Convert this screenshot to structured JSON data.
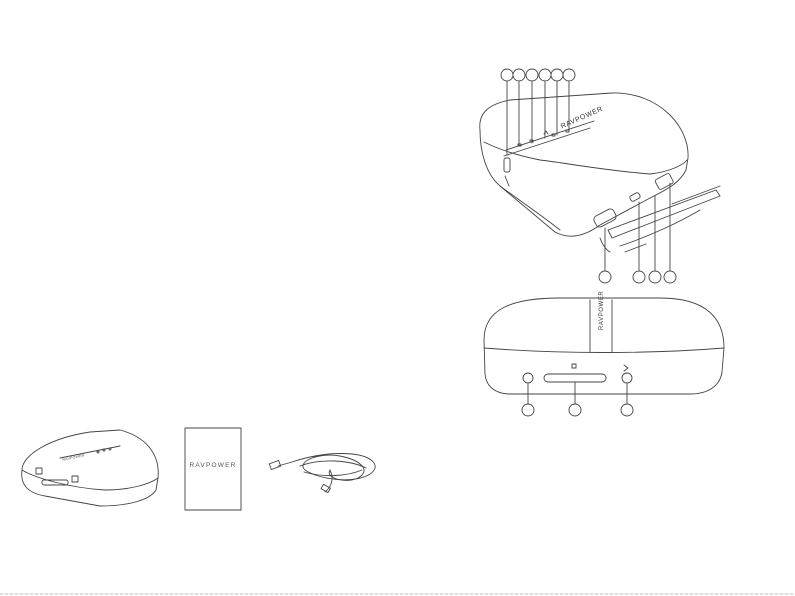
{
  "brand": {
    "booklet_text": "RAVPOWER",
    "device_top_text": "RAVPOWER",
    "device_side_text": "RAVPOWER",
    "small_device_text": "RAVPOWER"
  },
  "colors": {
    "line": "#444444",
    "background": "#ffffff"
  }
}
